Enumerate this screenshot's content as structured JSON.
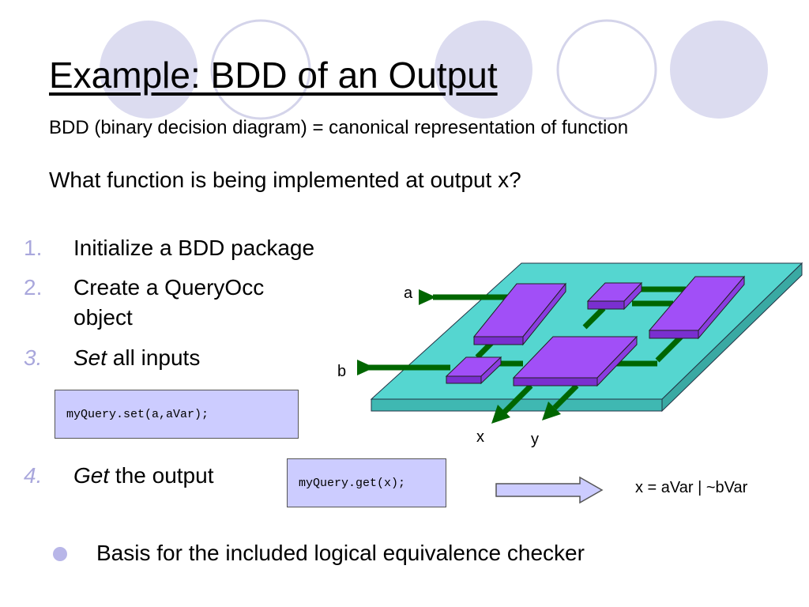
{
  "slide": {
    "title": "Example: BDD of an Output",
    "subtitle": "BDD (binary decision diagram) = canonical representation of function",
    "question": "What function is being implemented at output x?"
  },
  "steps": [
    {
      "number": "1.",
      "text": "Initialize a BDD package"
    },
    {
      "number": "2.",
      "text_line1": "Create a QueryOcc",
      "text_line2": "object"
    },
    {
      "number": "3.",
      "emphasis": "Set",
      "text": " all inputs"
    },
    {
      "number": "4.",
      "emphasis": "Get",
      "text": " the output"
    }
  ],
  "code": {
    "set_call": "myQuery.set(a,aVar);",
    "get_call": "myQuery.get(x);"
  },
  "result": "x = aVar | ~bVar",
  "bullet": "Basis for the included logical equivalence checker",
  "diagram": {
    "inputs": [
      "a",
      "b"
    ],
    "outputs": [
      "x",
      "y"
    ]
  },
  "colors": {
    "board_top": "#55d6d0",
    "board_side": "#3fb8b2",
    "block_top": "#a14ff7",
    "block_side": "#7a2fd0",
    "wire": "#006600",
    "deco_circle_fill": "#dcdcf0",
    "deco_circle_line": "#d4d4ea",
    "code_bg": "#ccccff",
    "step_number": "#a9a7dc",
    "arrow_fill": "#ccccff"
  }
}
